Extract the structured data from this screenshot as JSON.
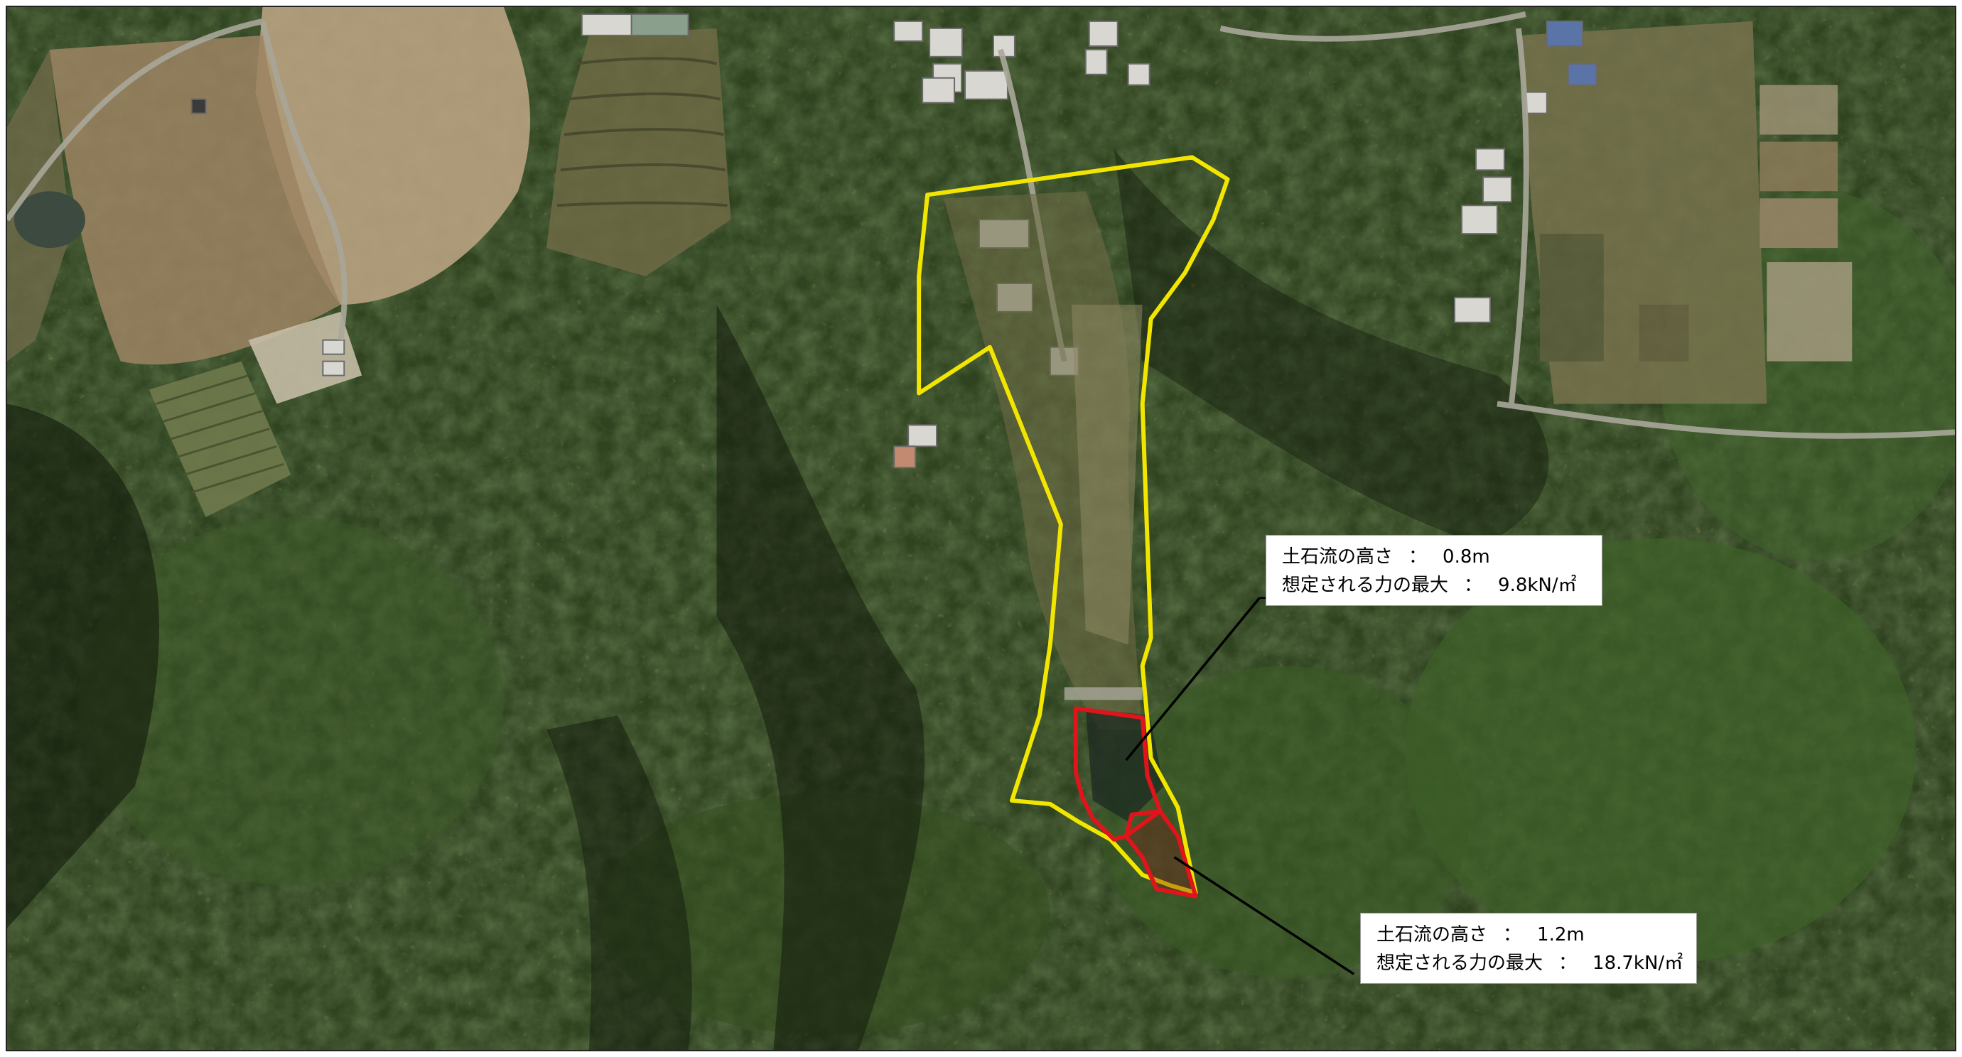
{
  "annotations": {
    "upper": {
      "height_label": "土石流の高さ",
      "height_value": "0.8m",
      "force_label": "想定される力の最大",
      "force_value": "9.8kN/㎡",
      "separator": "："
    },
    "lower": {
      "height_label": "土石流の高さ",
      "height_value": "1.2m",
      "force_label": "想定される力の最大",
      "force_value": "18.7kN/㎡",
      "separator": "："
    }
  },
  "legend_colors": {
    "yellow_zone": "#f2e600",
    "red_zone": "#e0141b",
    "leader_line": "#000000"
  }
}
